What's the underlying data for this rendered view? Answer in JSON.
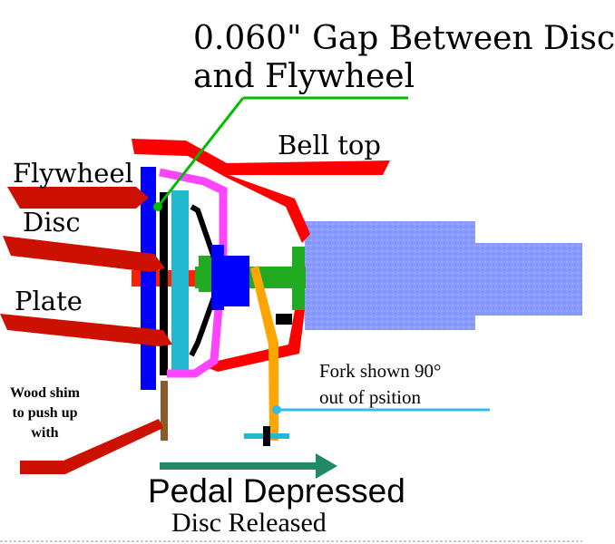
{
  "title": {
    "line1": "0.060\" Gap Between Disc",
    "line2": "and Flywheel"
  },
  "labels": {
    "bell_top": "Bell top",
    "flywheel": "Flywheel",
    "disc": "Disc",
    "plate": "Plate",
    "fork_line1": "Fork shown 90°",
    "fork_line2": "out of psition",
    "shim_line1": "Wood shim",
    "shim_line2": "to push up",
    "shim_line3": "with"
  },
  "caption": {
    "line1": "Pedal Depressed",
    "line2": "Disc Released"
  },
  "colors": {
    "bell_housing": "#ff0000",
    "leader_arrows": "#cc1100",
    "flywheel": "#0000ff",
    "disc": "#000000",
    "plate": "#22b8cf",
    "pressure_cover": "#ff44ff",
    "throwout_bearing": "#0000ff",
    "shaft": "#22aa22",
    "fork": "#ffa500",
    "transmission": "#8899ff",
    "gap_pointer": "#00bb00",
    "fork_pointer": "#33bbee",
    "shim": "#8b5a2b",
    "direction_arrow": "#228866"
  },
  "direction_arrow": "right"
}
